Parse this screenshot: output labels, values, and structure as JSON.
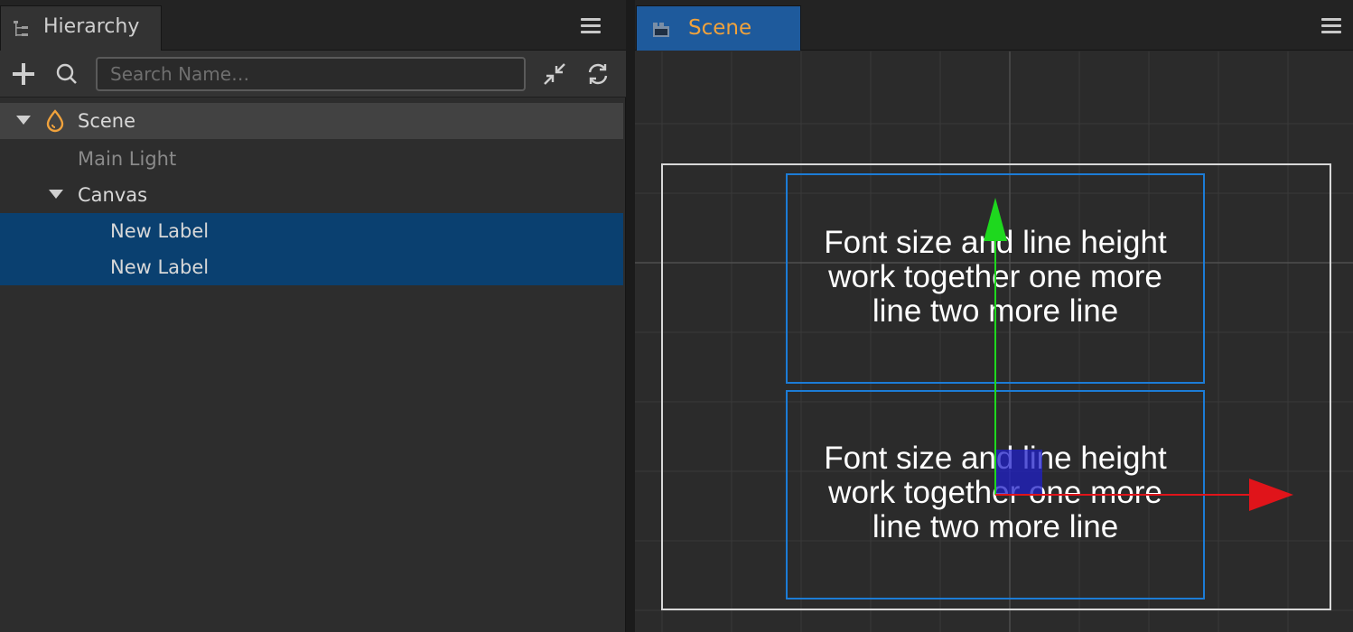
{
  "hierarchy": {
    "tab_title": "Hierarchy",
    "search": {
      "placeholder": "Search Name…",
      "value": ""
    },
    "toolbar_icons": [
      "add-icon",
      "search-icon",
      "collapse-icon",
      "refresh-icon"
    ],
    "tree": {
      "scene": "Scene",
      "main_light": "Main Light",
      "canvas": "Canvas",
      "label_1": "New Label",
      "label_2": "New Label"
    }
  },
  "scene_panel": {
    "tab_title": "Scene",
    "labels": [
      {
        "lines": [
          "Font size and line height",
          "work together one more",
          "line two more line"
        ]
      },
      {
        "lines": [
          "Font size and line height",
          "work together one more",
          "line two more line"
        ]
      }
    ]
  },
  "colors": {
    "selection": "#0a4070",
    "scene_tab": "#1e5a9c",
    "scene_tab_text": "#f0a23c",
    "rect_outline": "#1c7cd6",
    "gizmo_x": "#e0141a",
    "gizmo_y": "#1ed81e"
  }
}
